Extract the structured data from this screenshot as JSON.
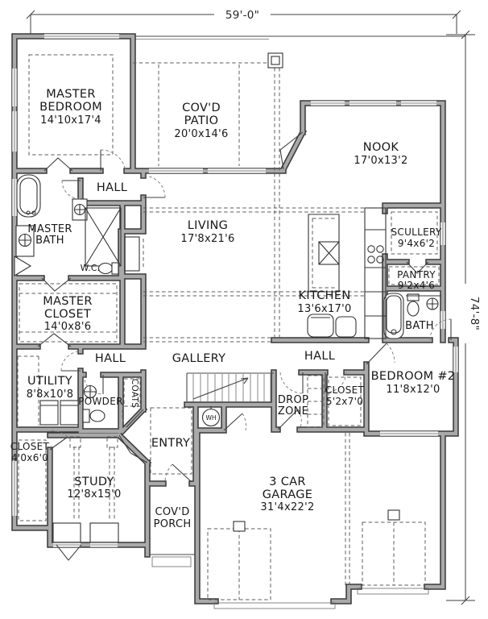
{
  "drawing_type": "first-floor-plan",
  "dimensions": {
    "overall_width": "59'-0\"",
    "overall_height": "74'-8\""
  },
  "rooms": {
    "master_bedroom": {
      "lines": [
        "MASTER",
        "BEDROOM",
        "14'10x17'4"
      ]
    },
    "covd_patio": {
      "lines": [
        "COV'D",
        "PATIO",
        "20'0x14'6"
      ]
    },
    "nook": {
      "lines": [
        "NOOK",
        "17'0x13'2"
      ]
    },
    "hall_upper": {
      "lines": [
        "HALL"
      ]
    },
    "living": {
      "lines": [
        "LIVING",
        "17'8x21'6"
      ]
    },
    "master_bath": {
      "lines": [
        "MASTER",
        "BATH"
      ]
    },
    "wc": {
      "lines": [
        "W.C."
      ]
    },
    "master_closet": {
      "lines": [
        "MASTER",
        "CLOSET",
        "14'0x8'6"
      ]
    },
    "kitchen": {
      "lines": [
        "KITCHEN",
        "13'6x17'0"
      ]
    },
    "scullery": {
      "lines": [
        "SCULLERY",
        "9'4x6'2"
      ]
    },
    "pantry": {
      "lines": [
        "PANTRY",
        "9'2x4'6"
      ]
    },
    "bath": {
      "lines": [
        "BATH"
      ]
    },
    "gallery": {
      "lines": [
        "GALLERY"
      ]
    },
    "hall_left": {
      "lines": [
        "HALL"
      ]
    },
    "hall_right": {
      "lines": [
        "HALL"
      ]
    },
    "utility": {
      "lines": [
        "UTILITY",
        "8'8x10'8"
      ]
    },
    "powder": {
      "lines": [
        "POWDER"
      ]
    },
    "coats": {
      "lines": [
        "COATS"
      ]
    },
    "entry": {
      "lines": [
        "ENTRY"
      ]
    },
    "closet_hall": {
      "lines": [
        "CLOSET",
        "4'0x6'0"
      ]
    },
    "study": {
      "lines": [
        "STUDY",
        "12'8x15'0"
      ]
    },
    "covd_porch": {
      "lines": [
        "COV'D",
        "PORCH"
      ]
    },
    "drop_zone": {
      "lines": [
        "DROP",
        "ZONE"
      ]
    },
    "closet_bedroom2": {
      "lines": [
        "CLOSET",
        "5'2x7'0"
      ]
    },
    "bedroom2": {
      "lines": [
        "BEDROOM #2",
        "11'8x12'0"
      ]
    },
    "garage": {
      "lines": [
        "3 CAR",
        "GARAGE",
        "31'4x22'2"
      ]
    },
    "water_heater": {
      "lines": [
        "WH"
      ]
    }
  },
  "colors": {
    "background": "#ffffff",
    "wall_edge": "#3a3a3a",
    "wall_fill": "#a9a9a9",
    "line": "#474747",
    "dashed_line": "#5c5c5c",
    "text": "#181818"
  }
}
